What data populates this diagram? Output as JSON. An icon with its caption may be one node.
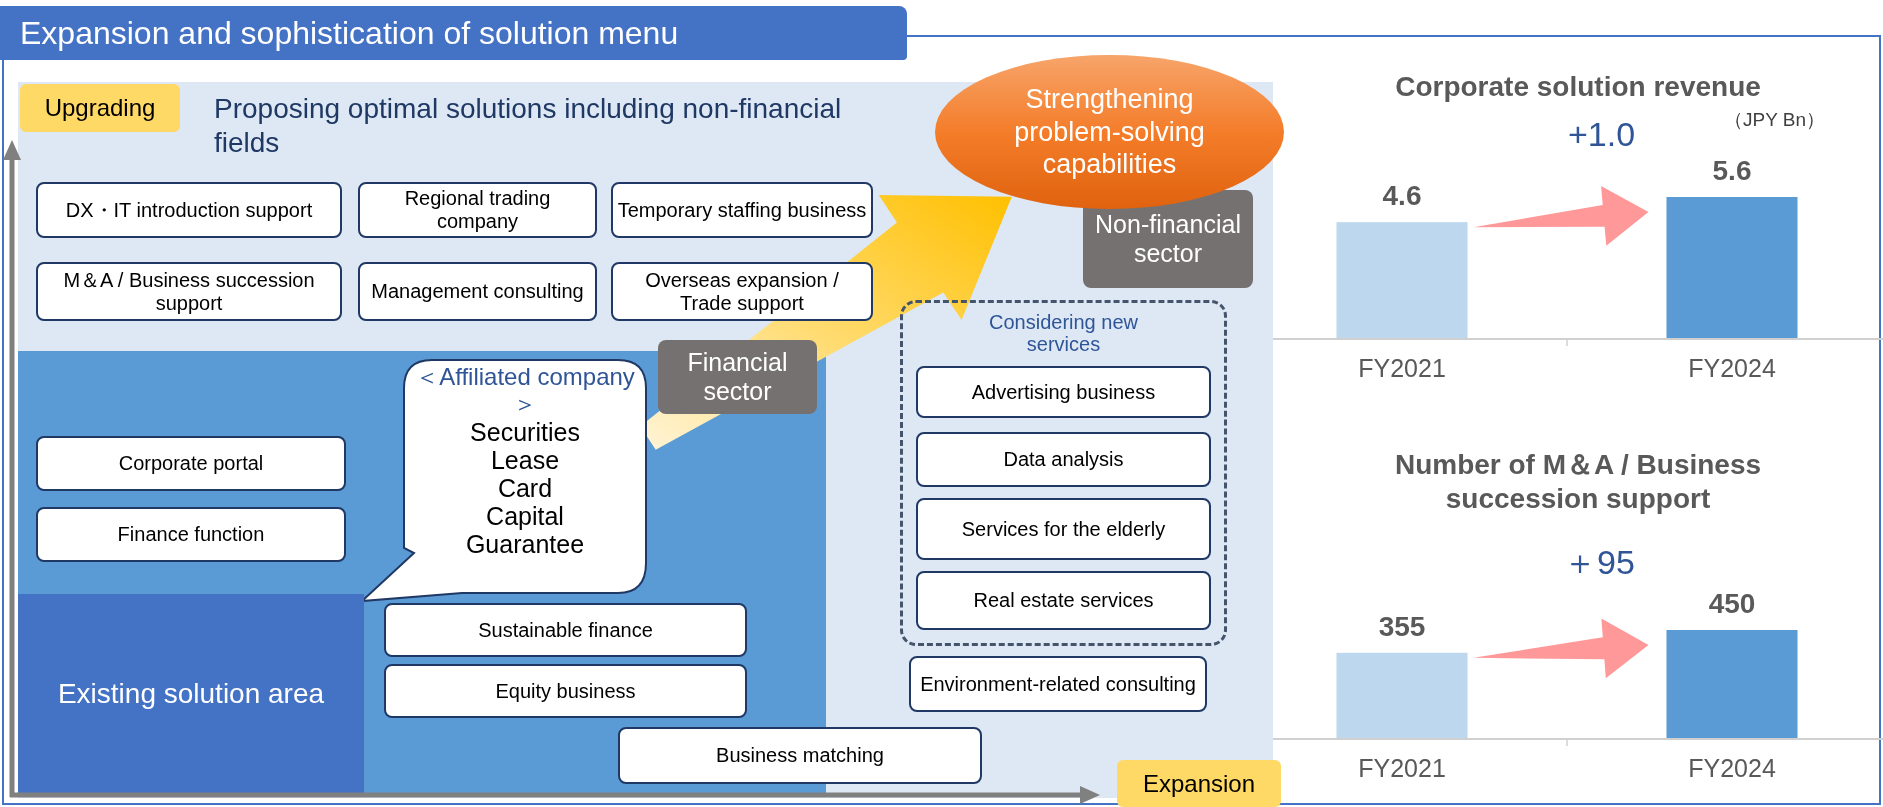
{
  "diagram": {
    "title": "Expansion and sophistication of solution menu",
    "nodes": [
      {
        "text": [
          "Upgrading"
        ],
        "in": 2
      },
      {
        "text": [
          "Strengthening problem-solving capabilities"
        ]
      },
      {
        "text": [
          "Proposing optimal solutions including non-financial fields"
        ]
      },
      {
        "text": [
          "DX・IT introduction support"
        ],
        "in": 2
      },
      {
        "text": [
          "Regional trading company"
        ],
        "in": 2
      },
      {
        "text": [
          "Temporary staffing business"
        ],
        "in": 2
      },
      {
        "text": [
          "Non-financial sector"
        ],
        "in": 2
      },
      {
        "text": [
          "M＆A / Business succession support"
        ],
        "in": 2
      },
      {
        "text": [
          "Management consulting"
        ],
        "in": 2
      },
      {
        "text": [
          "Overseas expansion / Trade support"
        ],
        "in": 2
      },
      {
        "text": [
          "Considering new services"
        ],
        "in": 2
      },
      {
        "text": [
          "Advertising business"
        ],
        "in": 10
      },
      {
        "text": [
          "Data analysis"
        ],
        "in": 10
      },
      {
        "text": [
          "Services for the elderly"
        ],
        "in": 10
      },
      {
        "text": [
          "Real estate services"
        ],
        "in": 10
      },
      {
        "text": [],
        "shape": "box",
        "in": 2
      },
      {
        "text": [
          "＜Affiliated company＞",
          "Securities",
          "Lease",
          "Card",
          "Capital",
          "Guarantee"
        ],
        "in": 15
      },
      {
        "text": [
          "Financial sector"
        ],
        "in": 2
      },
      {
        "text": [
          "Corporate portal"
        ],
        "in": 15
      },
      {
        "text": [
          "Finance function"
        ],
        "in": 15
      },
      {
        "text": [
          "Existing solution area"
        ],
        "in": 15
      },
      {
        "text": [
          "Sustainable finance"
        ],
        "in": 15
      },
      {
        "text": [
          "Equity business"
        ],
        "in": 15
      },
      {
        "text": [
          "Environment-related consulting"
        ],
        "in": 2
      },
      {
        "text": [
          "Business matching"
        ],
        "in": 2
      },
      {
        "text": [
          "Expansion"
        ]
      }
    ],
    "edges": [
      {
        "from": 16,
        "to": 1,
        "arrow": "to",
        "style": "thick"
      }
    ],
    "chart_data": [
      {
        "type": "bar",
        "title": "Corporate solution revenue",
        "ylabel": "（JPY Bn）",
        "categories": [
          "FY2021",
          "FY2024"
        ],
        "series": [
          {
            "color": "#bdd7ee",
            "values": [
              4.6,
              null
            ]
          },
          {
            "color": "#5b9bd5",
            "values": [
              null,
              5.6
            ]
          }
        ],
        "data_labels": true,
        "annotations": [
          "+1.0"
        ]
      },
      {
        "type": "bar",
        "title": "Number of M＆A / Business succession support",
        "categories": [
          "FY2021",
          "FY2024"
        ],
        "series": [
          {
            "color": "#bdd7ee",
            "values": [
              355,
              null
            ]
          },
          {
            "color": "#5b9bd5",
            "values": [
              null,
              450
            ]
          }
        ],
        "data_labels": true,
        "annotations": [
          "＋95"
        ]
      }
    ]
  }
}
